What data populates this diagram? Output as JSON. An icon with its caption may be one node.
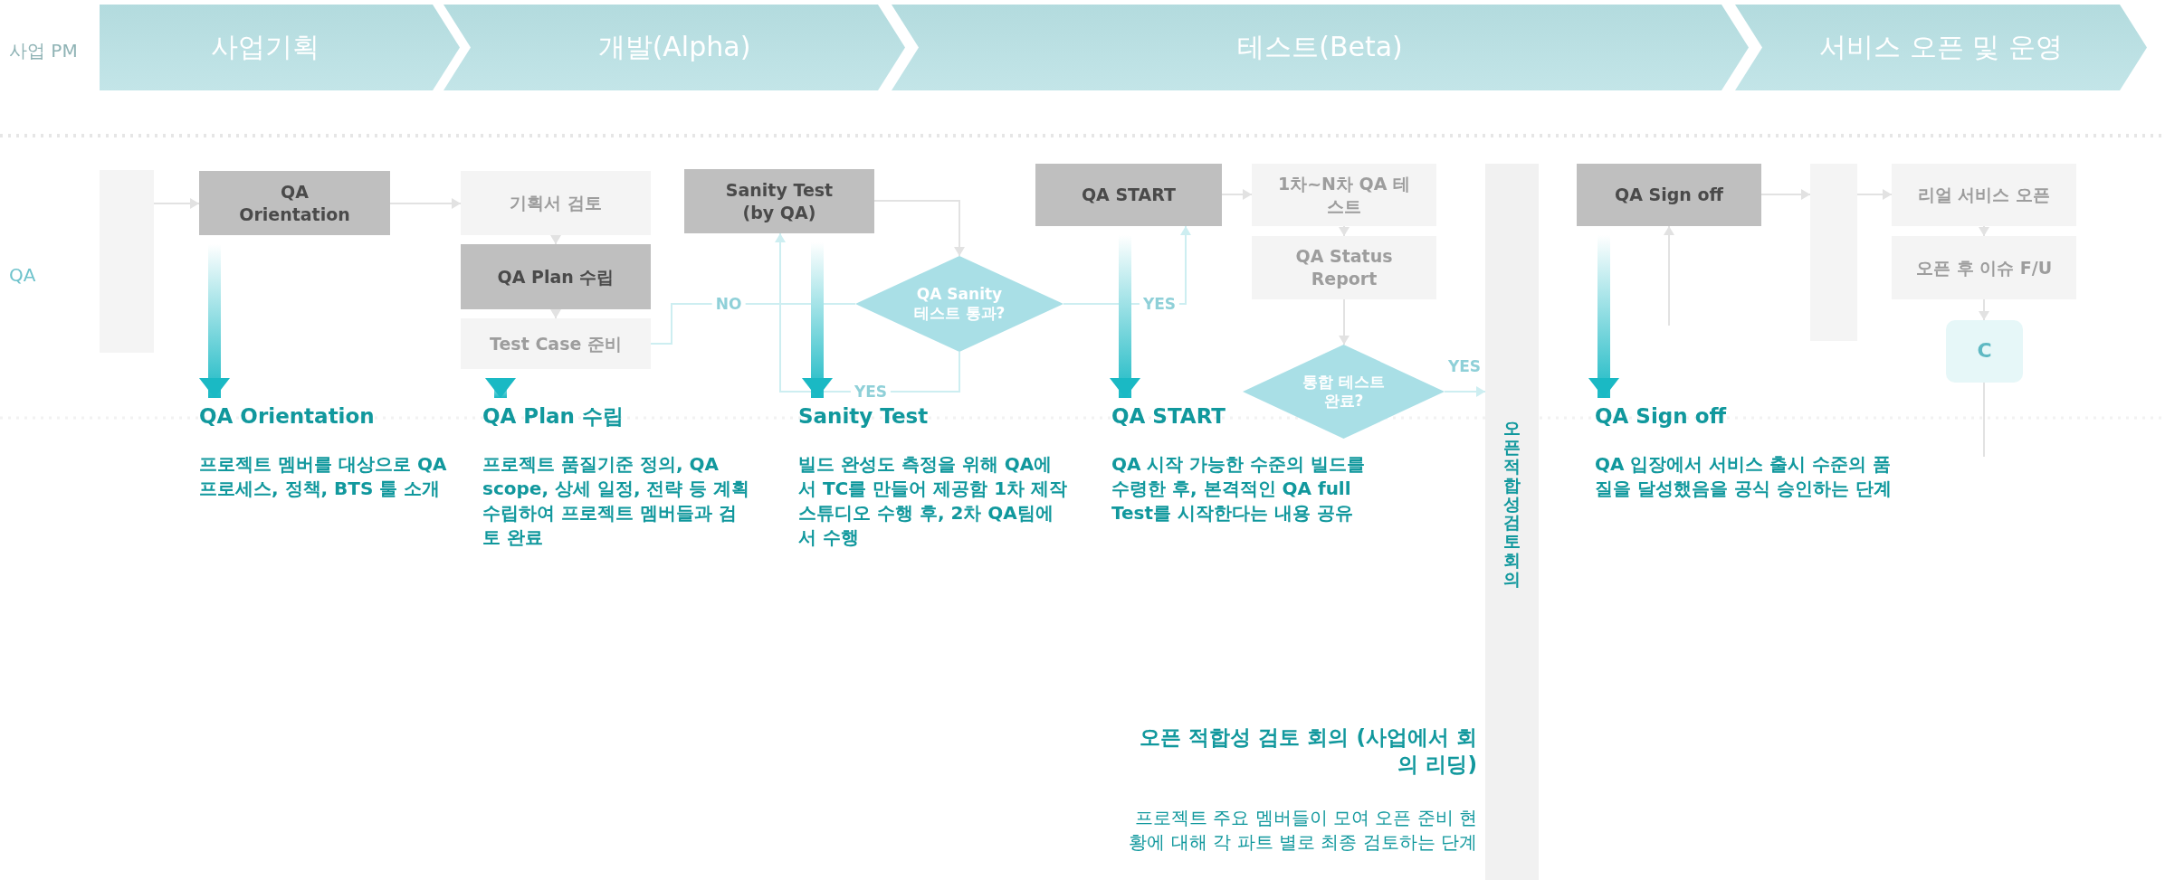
{
  "diagram": {
    "nodes": [
      {
        "text": [
          "사업기획"
        ]
      },
      {
        "text": [
          "개발(Alpha)"
        ]
      },
      {
        "text": [
          "테스트(Beta)"
        ]
      },
      {
        "text": [
          "서비스 오픈 및 운영"
        ]
      },
      {
        "text": [],
        "shape": "box"
      },
      {
        "text": [
          "QA Orientation"
        ]
      },
      {
        "text": [
          "기획서 검토"
        ]
      },
      {
        "text": [
          "QA Plan 수립"
        ]
      },
      {
        "text": [
          "Test Case 준비"
        ]
      },
      {
        "text": [
          "Sanity Test (by QA)"
        ]
      },
      {
        "text": [
          "QA Sanity 테스트 통과?"
        ]
      },
      {
        "text": [
          "QA START"
        ]
      },
      {
        "text": [
          "1차~N차 QA 테스트"
        ]
      },
      {
        "text": [
          "QA Status Report"
        ]
      },
      {
        "text": [
          "통합 테스트 완료?"
        ]
      },
      {
        "text": [
          "오픈 적합성 검토 회의"
        ]
      },
      {
        "text": [
          "QA Sign off"
        ]
      },
      {
        "text": [],
        "shape": "box"
      },
      {
        "text": [
          "리얼 서비스 오픈"
        ]
      },
      {
        "text": [
          "오픈 후 이슈 F/U"
        ]
      },
      {
        "text": [
          "C"
        ]
      },
      {
        "text": [
          "QA Orientation",
          "프로젝트 멤버를 대상으로 QA 프로세스, 정책, BTS 툴 소개"
        ]
      },
      {
        "text": [
          "QA Plan 수립",
          "프로젝트 품질기준 정의, QA scope, 상세 일정, 전략 등 계획 수립하여 프로젝트 멤버들과 검토 완료"
        ]
      },
      {
        "text": [
          "Sanity Test",
          "빌드 완성도 측정을 위해 QA에서 TC를 만들어 제공함 1차 제작스튜디오 수행 후, 2차 QA팀에서 수행"
        ]
      },
      {
        "text": [
          "QA START",
          "QA 시작 가능한 수준의 빌드를 수령한 후, 본격적인 QA full Test를 시작한다는 내용 공유"
        ]
      },
      {
        "text": [
          "오픈 적합성 검토 회의 (사업에서 회의 리딩)",
          "프로젝트 주요 멤버들이 모여 오픈 준비 현황에 대해 각 파트 별로 최종 검토하는 단계"
        ]
      },
      {
        "text": [
          "QA Sign off",
          "QA 입장에서 서비스 출시 수준의 품질을 달성했음을 공식 승인하는 단계"
        ]
      }
    ],
    "edges": [
      {
        "from": 4,
        "to": 5,
        "arrow": "to"
      },
      {
        "from": 5,
        "to": 6,
        "arrow": "to"
      },
      {
        "from": 6,
        "to": 7,
        "arrow": "to"
      },
      {
        "from": 7,
        "to": 8,
        "arrow": "to"
      },
      {
        "from": 9,
        "to": 10,
        "arrow": "to"
      },
      {
        "from": 10,
        "to": 8,
        "arrow": "none",
        "label": "NO",
        "color": "#cdeef1"
      },
      {
        "from": 10,
        "to": 9,
        "arrow": "to",
        "label": "YES",
        "color": "#cdeef1"
      },
      {
        "from": 10,
        "to": 11,
        "arrow": "to",
        "label": "YES",
        "color": "#cdeef1"
      },
      {
        "from": 11,
        "to": 12,
        "arrow": "to"
      },
      {
        "from": 12,
        "to": 13,
        "arrow": "to"
      },
      {
        "from": 13,
        "to": 14,
        "arrow": "to"
      },
      {
        "from": 14,
        "to": 15,
        "arrow": "to",
        "label": "YES",
        "color": "#cdeef1"
      },
      {
        "from": null,
        "to": 16,
        "arrow": "to"
      },
      {
        "from": 16,
        "to": 17,
        "arrow": "to"
      },
      {
        "from": 17,
        "to": 18,
        "arrow": "to"
      },
      {
        "from": 18,
        "to": 19,
        "arrow": "to"
      },
      {
        "from": 19,
        "to": 20,
        "arrow": "to"
      },
      {
        "from": 20,
        "to": null,
        "arrow": "none"
      },
      {
        "from": 5,
        "to": 21,
        "arrow": "to",
        "style": "thick",
        "color": "#1ab9c4"
      },
      {
        "from": 8,
        "to": 22,
        "arrow": "to",
        "style": "thick",
        "color": "#1ab9c4"
      },
      {
        "from": 9,
        "to": 23,
        "arrow": "to",
        "style": "thick",
        "color": "#1ab9c4"
      },
      {
        "from": 11,
        "to": 24,
        "arrow": "to",
        "style": "thick",
        "color": "#1ab9c4"
      },
      {
        "from": 16,
        "to": 26,
        "arrow": "to",
        "style": "thick",
        "color": "#1ab9c4"
      }
    ],
    "labels": [
      "사업 PM",
      "QA"
    ]
  }
}
